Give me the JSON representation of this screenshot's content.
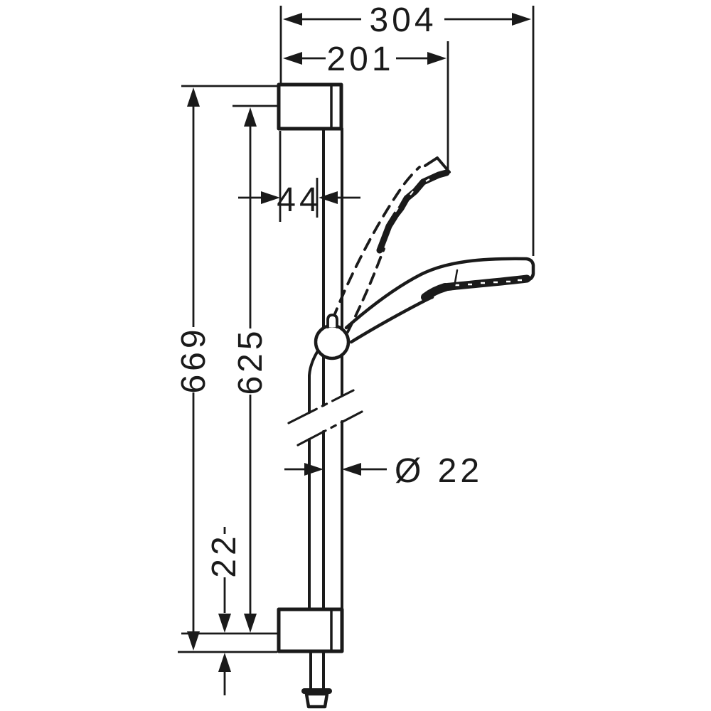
{
  "colors": {
    "line": "#1a1a1a",
    "background": "#ffffff"
  },
  "dimensions": {
    "d304": "304",
    "d201": "201",
    "d44": "44",
    "d669": "669",
    "d625": "625",
    "dia22": "Ø 22",
    "d22": "22"
  }
}
